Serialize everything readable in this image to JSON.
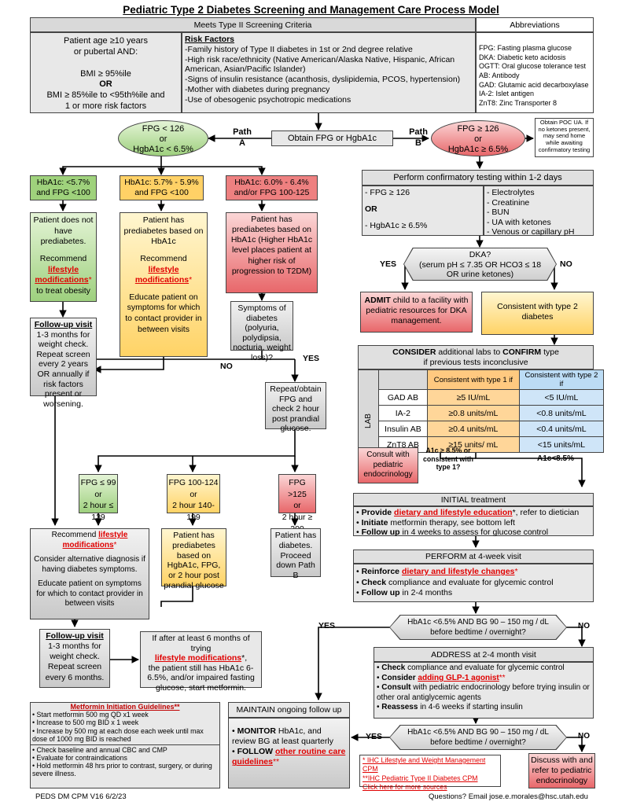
{
  "title": "Pediatric Type 2 Diabetes Screening and Management Care Process Model",
  "criteria": {
    "header": "Meets Type II Screening Criteria",
    "patient_lines": [
      "Patient age ≥10 years",
      "or pubertal AND:",
      "BMI ≥ 95%ile",
      "OR",
      "BMI ≥ 85%ile to <95th%ile and",
      "1 or more risk factors"
    ],
    "risk_title": "Risk Factors",
    "risk_items": [
      "-Family history of Type II diabetes in 1st or 2nd degree relative",
      "-High risk race/ethnicity (Native American/Alaska Native, Hispanic, African American, Asian/Pacific Islander)",
      "-Signs of insulin resistance (acanthosis, dyslipidemia, PCOS, hypertension)",
      "-Mother with diabetes during pregnancy",
      "-Use of obesogenic psychotropic medications"
    ]
  },
  "abbreviations": {
    "header": "Abbreviations",
    "items": [
      "FPG: Fasting plasma glucose",
      "DKA: Diabetic keto acidosis",
      "OGTT: Oral glucose tolerance test",
      "AB: Antibody",
      "GAD: Glutamic acid decarboxylase",
      "IA-2: Islet antigen",
      "ZnT8: Zinc Transporter 8"
    ]
  },
  "obtain": "Obtain FPG or HgbA1c",
  "path_a": [
    "Path",
    "A"
  ],
  "path_b": [
    "Path",
    "B"
  ],
  "oval_a": [
    "FPG < 126",
    "or",
    "HgbA1c < 6.5%"
  ],
  "oval_b": [
    "FPG ≥ 126",
    "or",
    "HgbA1c ≥ 6.5%"
  ],
  "poc_ua": "Obtain POC UA. If no ketones present, may send home while awaiting confirmatory testing",
  "col_green": {
    "header": "HbA1c: <5.7% and FPG <100",
    "body1": "Patient does not have prediabetes.",
    "body2_pre": "Recommend",
    "link": "lifestyle modifications",
    "star": "*",
    "body2_post": "to treat obesity"
  },
  "col_yellow": {
    "header": "HbA1c: 5.7% - 5.9% and FPG <100",
    "body1": "Patient has prediabetes based on HbA1c",
    "body2_pre": "Recommend",
    "link": "lifestyle modifications",
    "star": "*",
    "body3": "Educate patient on symptoms for which to contact provider in between visits"
  },
  "col_red": {
    "header": "HbA1c: 6.0% - 6.4% and/or FPG 100-125",
    "body": "Patient has prediabetes based on HbA1c (Higher HbA1c level places patient at higher risk of progression to T2DM)"
  },
  "followup1": {
    "title": "Follow-up visit",
    "body": "1-3 months for weight check. Repeat screen every 2 years OR annually if risk factors present or worsening."
  },
  "symptoms": "Symptoms of diabetes (polyuria, polydipsia, nocturia, weight loss)?",
  "no": "NO",
  "yes": "YES",
  "repeat": "Repeat/obtain FPG and check 2 hour post prandial glucose.",
  "fpg_green": [
    "FPG ≤ 99",
    "or",
    "2 hour ≤ 139"
  ],
  "fpg_yellow": [
    "FPG 100-124",
    "or",
    "2 hour 140-199"
  ],
  "fpg_red": [
    "FPG >125",
    "or",
    "2 hour ≥ 200"
  ],
  "recommend": {
    "pre": "Recommend",
    "link": "lifestyle modifications",
    "star": "*",
    "p1": "Consider alternative diagnosis if having diabetes symptoms.",
    "p2": "Educate patient on symptoms for which to contact provider in between visits"
  },
  "pre_ogtt": "Patient has prediabetes based on HgbA1c, FPG, or 2 hour post prandial glucose",
  "has_diabetes": "Patient has diabetes. Proceed down Path B",
  "followup2": {
    "title": "Follow-up visit",
    "body": "1-3 months for weight check. Repeat screen every 6 months."
  },
  "metformin_if": {
    "pre": "If after at least 6 months of trying",
    "link": "lifestyle modifications",
    "star": "*,",
    "post": "the patient still has HbA1c 6-6.5%, and/or impaired fasting glucose, start metformin."
  },
  "metformin": {
    "title": "Metformin Initiation Guidelines**",
    "items1": [
      "Start metformin 500 mg QD x1 week",
      "Increase to 500 mg BID x 1 week",
      "Increase by 500 mg at each dose each week until max dose of 1000 mg BID is reached"
    ],
    "items2": [
      "Check baseline and annual CBC and CMP",
      "Evaluate for contraindications",
      "Hold metformin 48 hrs prior to contrast, surgery, or during severe illness."
    ]
  },
  "confirm": {
    "header": "Perform confirmatory testing within 1-2 days",
    "left": [
      "- FPG ≥ 126",
      "OR",
      "- HgbA1c ≥ 6.5%"
    ],
    "right": [
      "- Electrolytes",
      "- Creatinine",
      "- BUN",
      "- UA with ketones",
      "- Venous or capillary pH"
    ]
  },
  "dka": [
    "DKA?",
    "(serum pH ≤ 7.35 OR HCO3 ≤ 18",
    "OR urine ketones)"
  ],
  "admit": {
    "bold": "ADMIT",
    "rest": "child to a facility with pediatric resources for DKA management."
  },
  "consistent": "Consistent with type 2 diabetes",
  "consider": {
    "l1_b1": "CONSIDER",
    "l1_mid": "additional labs to",
    "l1_b2": "CONFIRM",
    "l1_end": "type",
    "l2": "if previous tests inconclusive"
  },
  "lab_table": {
    "side": "LAB",
    "col1": "Consistent with type 1 if",
    "col2": "Consistent with type 2 if",
    "rows": [
      [
        "GAD AB",
        "≥5 IU/mL",
        "<5 IU/mL"
      ],
      [
        "IA-2",
        "≥0.8 units/mL",
        "<0.8 units/mL"
      ],
      [
        "Insulin AB",
        "≥0.4 units/mL",
        "<0.4 units/mL"
      ],
      [
        "ZnT8 AB",
        "≥15 units/ mL",
        "<15 units/mL"
      ]
    ]
  },
  "consult_endo": "Consult with pediatric endocrinology",
  "a1c_high": "A1c ≥ 8.5% or consistent with type 1?",
  "a1c_low": "A1c<8.5%",
  "initial": {
    "header": "INITIAL treatment",
    "i1_b": "Provide",
    "i1_link": "dietary and lifestyle education",
    "i1_rest": "*, refer to dietician",
    "i2_b": "Initiate",
    "i2_rest": "metformin therapy, see bottom left",
    "i3_b": "Follow up",
    "i3_rest": "in 4 weeks to assess for glucose control"
  },
  "week4": {
    "header": "PERFORM at 4-week visit",
    "i1_b": "Reinforce",
    "i1_link": "dietary and lifestyle changes",
    "i1_rest": "*",
    "i2_b": "Check",
    "i2_rest": "compliance and evaluate for glycemic control",
    "i3_b": "Follow up",
    "i3_rest": "in 2-4 months"
  },
  "hex1": [
    "HbA1c <6.5% AND BG 90 – 150 mg / dL",
    "before bedtime / overnight?"
  ],
  "address": {
    "header": "ADDRESS at 2-4 month visit",
    "i1_b": "Check",
    "i1_rest": "compliance and evaluate for glycemic control",
    "i2_b": "Consider",
    "i2_link": "adding GLP-1 agonist",
    "i2_star": "**",
    "i3_b": "Consult",
    "i3_rest": "with pediatric endocrinology before trying insulin or other oral antiglycemic agents",
    "i4_b": "Reassess",
    "i4_rest": "in 4-6 weeks if starting insulin"
  },
  "hex2": [
    "HbA1c <6.5% AND BG 90 – 150 mg / dL",
    "before bedtime / overnight?"
  ],
  "maintain": {
    "header": "MAINTAIN ongoing follow up",
    "m1_b": "MONITOR",
    "m1_rest": "HbA1c, and review BG at least quarterly",
    "m2_b": "FOLLOW",
    "m2_link": "other routine care guidelines",
    "m2_star": "**"
  },
  "refs": [
    "* IHC Lifestyle and Weight Management CPM",
    "**IHC Pediatric Type II Diabetes CPM",
    "Click here for more sources"
  ],
  "discuss": "Discuss with and refer to pediatric endocrinology",
  "footer_left": "PEDS DM CPM V16 6/2/23",
  "footer_right": "Questions? Email jose.e.morales@hsc.utah.edu"
}
